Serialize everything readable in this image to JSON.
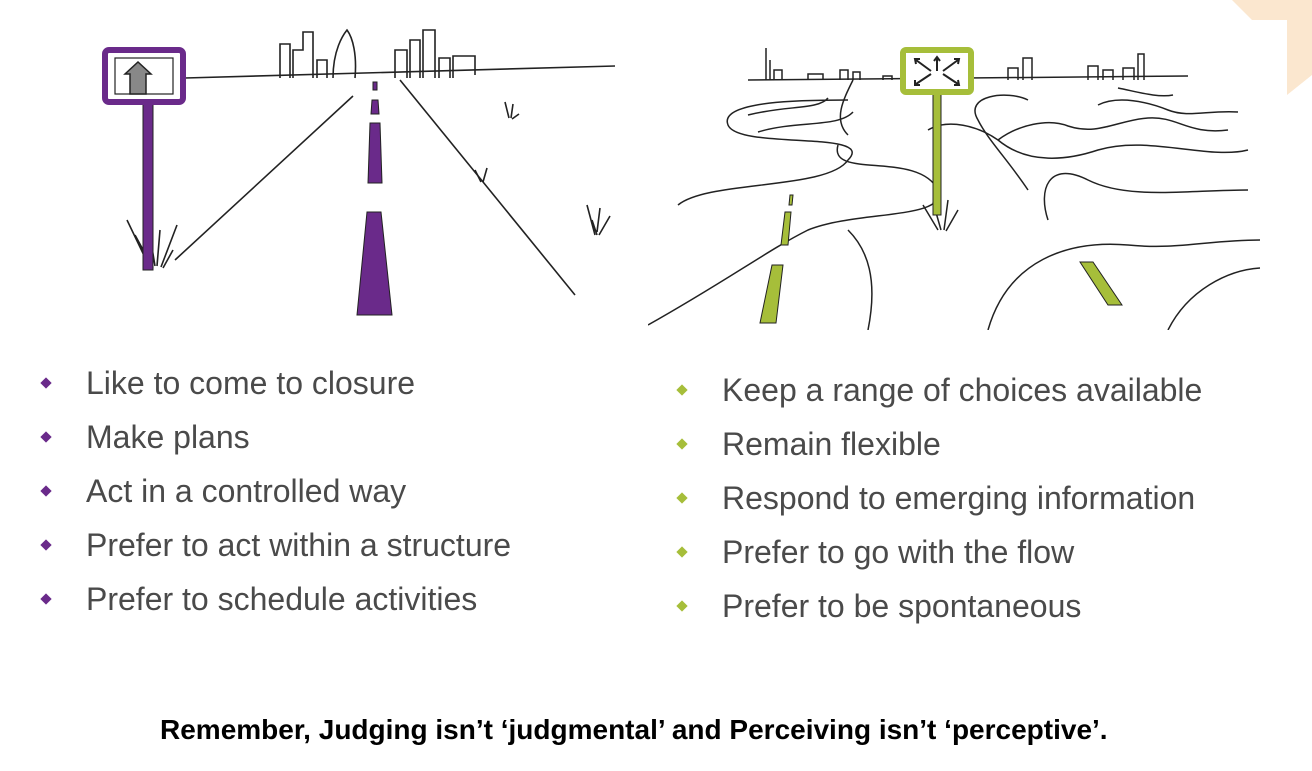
{
  "colors": {
    "judging_accent": "#6a2a8a",
    "perceiving_accent": "#a6be3a",
    "corner_accent": "#fbe7cf",
    "text": "#4a4a4a"
  },
  "illustrations": {
    "judging": {
      "subject": "straight road with single arrow sign leading to city skyline",
      "icon": "arrow-up-sign-icon"
    },
    "perceiving": {
      "subject": "winding branching roads with multi-arrow sign leading to city skyline",
      "icon": "multi-direction-sign-icon"
    }
  },
  "judging_list": [
    "Like to come to closure",
    "Make plans",
    "Act in a controlled way",
    "Prefer to act within a structure",
    "Prefer to schedule activities"
  ],
  "perceiving_list": [
    "Keep a range of choices available",
    "Remain flexible",
    "Respond to emerging information",
    "Prefer to go with the flow",
    "Prefer to be spontaneous"
  ],
  "footer": "Remember, Judging isn’t ‘judgmental’ and Perceiving isn’t ‘perceptive’."
}
